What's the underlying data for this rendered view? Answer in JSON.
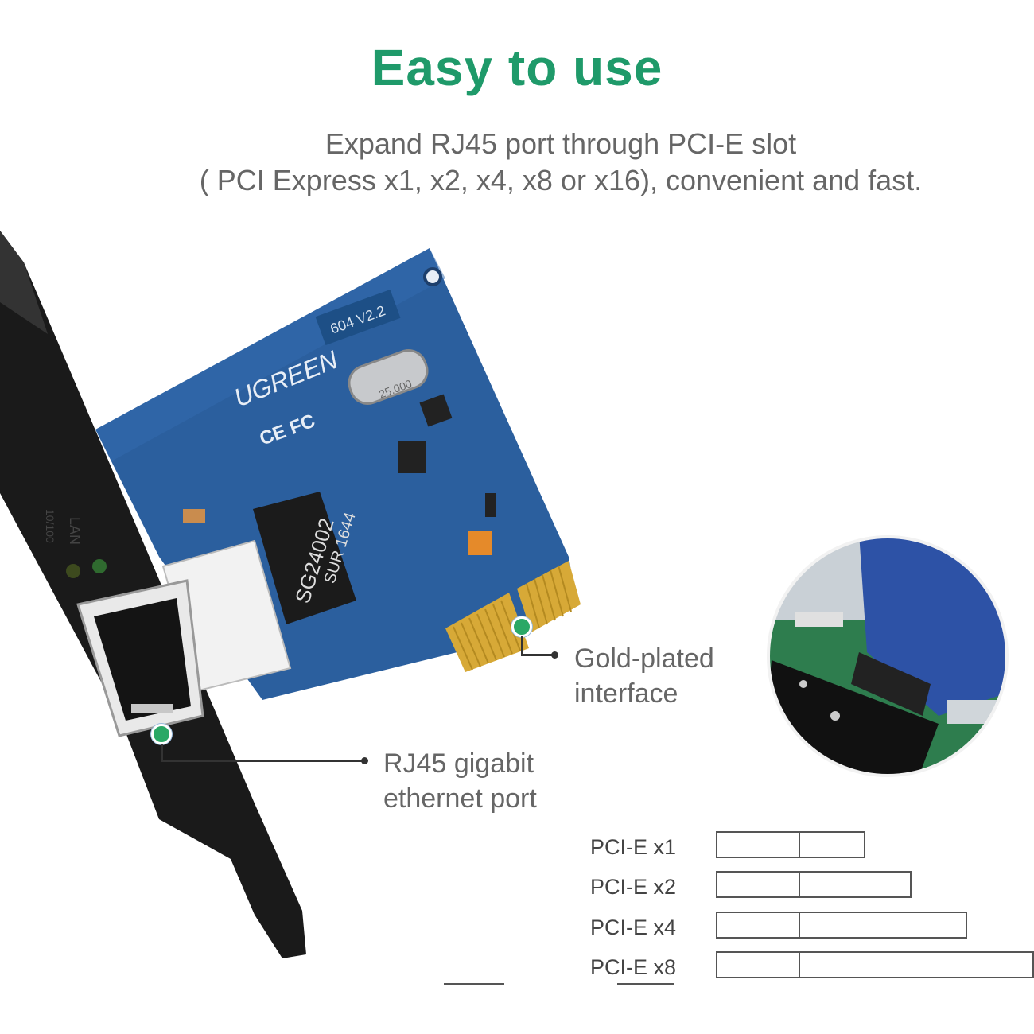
{
  "headline": "Easy to use",
  "subtitle": {
    "line1": "Expand RJ45 port through PCI-E slot",
    "line2": "( PCI Express x1, x2, x4, x8 or x16), convenient and fast."
  },
  "board_markings": {
    "brand": "UGREEN",
    "version": "604 V2.2",
    "chip": "SG24002",
    "chip2": "SUR 1644",
    "crystal": "25.000",
    "cert": "CE FC",
    "lan": "LAN",
    "speed": "10/100"
  },
  "callouts": {
    "gold": {
      "line1": "Gold-plated",
      "line2": "interface"
    },
    "rj45": {
      "line1": "RJ45 gigabit",
      "line2": "ethernet port"
    }
  },
  "pci_slots": [
    {
      "label": "PCI-E x1"
    },
    {
      "label": "PCI-E x2"
    },
    {
      "label": "PCI-E x4"
    },
    {
      "label": "PCI-E x8"
    }
  ],
  "colors": {
    "accent": "#1f9a6a",
    "pcb": "#2b5f9e",
    "bracket": "#1a1a1a",
    "gold": "#d7a937"
  }
}
